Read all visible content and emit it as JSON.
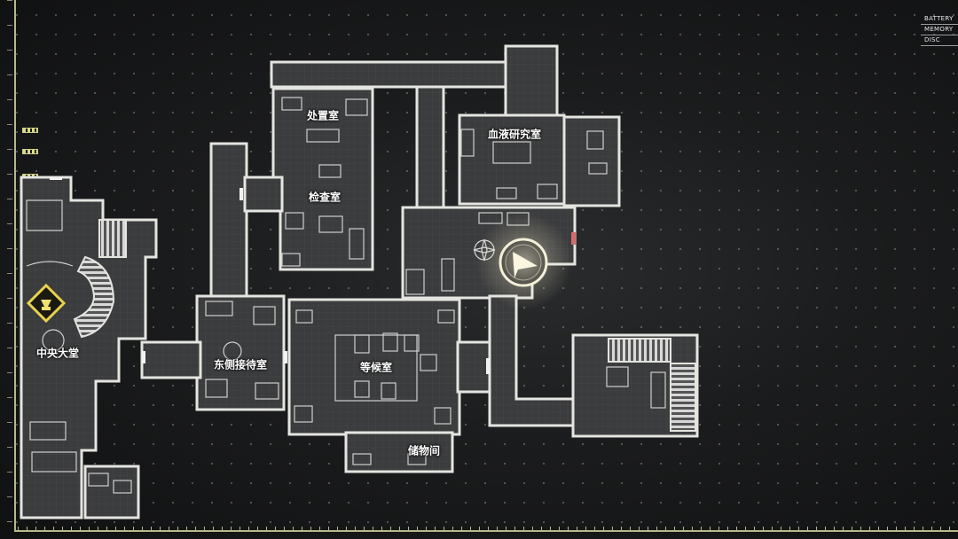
{
  "status": {
    "battery": "BATTERY",
    "memory": "MEMORY",
    "disc": "DISC"
  },
  "rooms": {
    "treatment_room": "处置室",
    "exam_room": "检查室",
    "blood_lab": "血液研究室",
    "main_hall": "中央大堂",
    "east_reception": "东侧接待室",
    "waiting_room": "等候室",
    "storage": "储物间"
  },
  "colors": {
    "wall": "#e4e4e0",
    "floor": "#3a3b3c",
    "frame": "#b8b98a",
    "save_point": "#e8d34a",
    "door_locked": "#d46a6a"
  },
  "icons": {
    "player": "player-arrow-icon",
    "save": "typewriter-diamond-icon"
  }
}
